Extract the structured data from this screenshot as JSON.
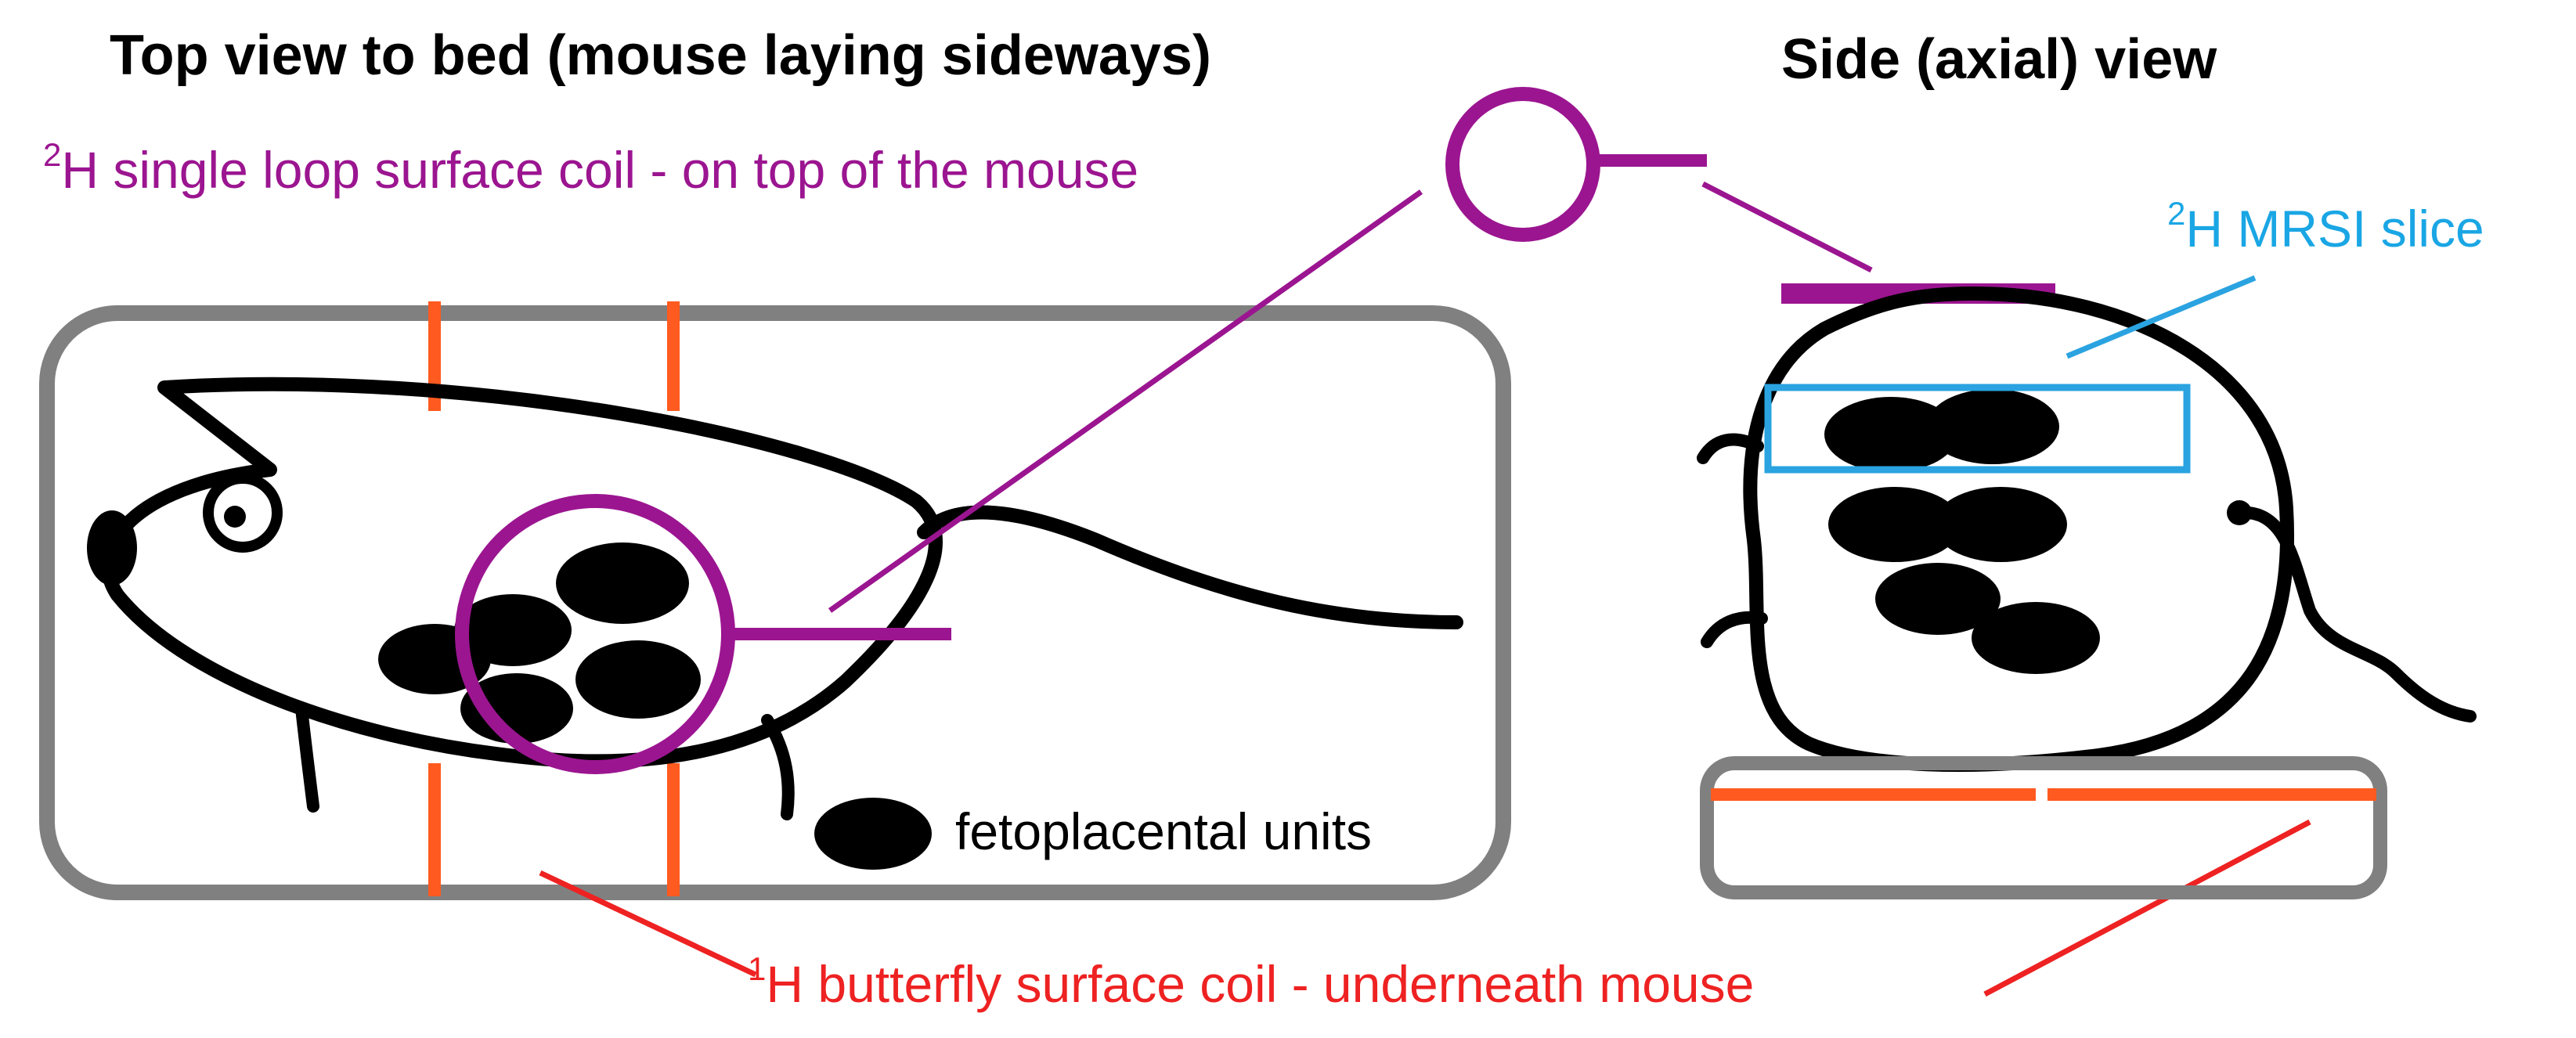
{
  "titles": {
    "top_view": "Top view to bed (mouse laying sideways)",
    "side_view": "Side (axial) view"
  },
  "labels": {
    "h2_coil_sup": "2",
    "h2_coil_text": "H single loop surface coil - on top of the mouse",
    "mrsi_sup": "2",
    "mrsi_text": "H MRSI slice",
    "fetoplacental": "fetoplacental units",
    "h1_coil_sup": "1",
    "h1_coil_text": "H butterfly surface coil - underneath mouse"
  },
  "colors": {
    "bed": "#808080",
    "outline": "#000000",
    "h1_coil": "#ff5a1f",
    "h2_coil": "#9b1590",
    "mrsi": "#2aa3e0",
    "h1_label": "#ee2222",
    "mrsi_label": "#1aa6e4"
  }
}
